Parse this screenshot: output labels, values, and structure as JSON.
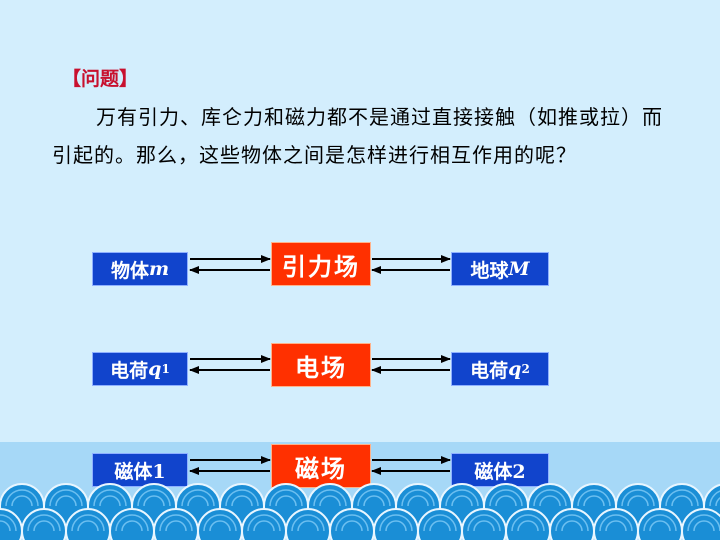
{
  "question": {
    "title": "【问题】",
    "paragraph": "万有引力、库仑力和磁力都不是通过直接接触（如推或拉）而引起的。那么，这些物体之间是怎样进行相互作用的呢？"
  },
  "rows": [
    {
      "left": "物体",
      "left_var": "m",
      "left_sub": "",
      "field": "引力场",
      "right": "地球",
      "right_var": "M",
      "right_sub": ""
    },
    {
      "left": "电荷",
      "left_var": "q",
      "left_sub": "1",
      "field": "电场",
      "right": "电荷",
      "right_var": "q",
      "right_sub": "2"
    },
    {
      "left": "磁体1",
      "left_var": "",
      "left_sub": "",
      "field": "磁场",
      "right": "磁体2",
      "right_var": "",
      "right_sub": ""
    }
  ],
  "colors": {
    "background": "#d3eefd",
    "side_box": "#1144cc",
    "field_box": "#ff3000",
    "title": "#c8102e",
    "wave": "#1a8ed6"
  }
}
